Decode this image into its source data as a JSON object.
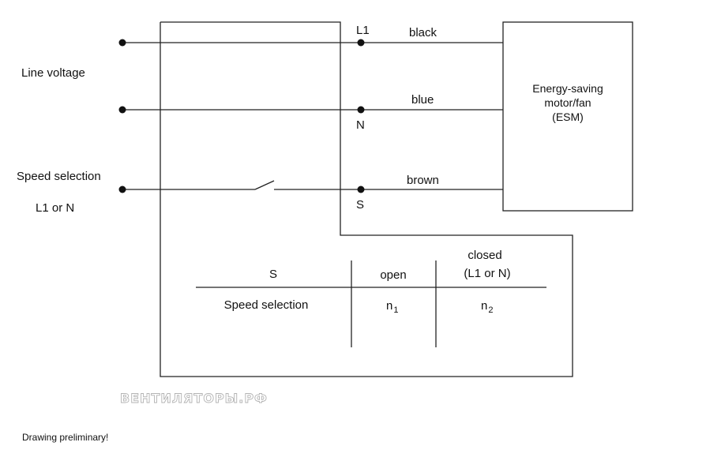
{
  "inputs": {
    "line_voltage": "Line voltage",
    "speed_selection": "Speed selection",
    "speed_selection_source": "L1 or N"
  },
  "terminals": {
    "l1": "L1",
    "n": "N",
    "s": "S"
  },
  "wires": {
    "black": "black",
    "blue": "blue",
    "brown": "brown"
  },
  "motor": {
    "line1": "Energy-saving",
    "line2": "motor/fan",
    "line3": "(ESM)"
  },
  "table": {
    "header_s": "S",
    "header_open": "open",
    "header_closed_line1": "closed",
    "header_closed_line2": "(L1 or N)",
    "row_label": "Speed selection",
    "open_value": "n",
    "open_sub": "1",
    "closed_value": "n",
    "closed_sub": "2"
  },
  "watermark": "ВЕНТИЛЯТОРЫ.РФ",
  "footer_note": "Drawing preliminary!",
  "colors": {
    "line": "#222222",
    "text": "#111111",
    "background": "#ffffff",
    "watermark_outline": "#9a9a9a"
  }
}
